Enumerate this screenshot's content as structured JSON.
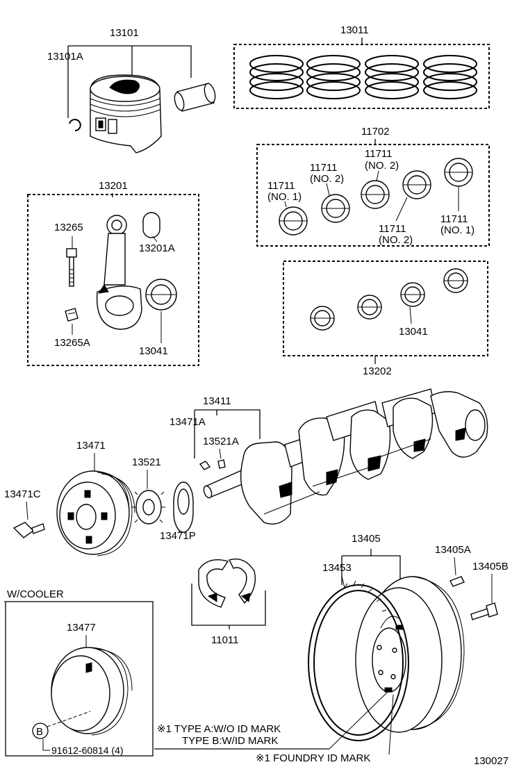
{
  "parts": {
    "p13101": "13101",
    "p13101A": "13101A",
    "p13011": "13011",
    "p11702": "11702",
    "p11711_no2_top": "11711",
    "p11711_no2_top_sub": "(NO. 2)",
    "p11711_no2_left": "11711",
    "p11711_no2_left_sub": "(NO. 2)",
    "p11711_no1_left": "11711",
    "p11711_no1_left_sub": "(NO. 1)",
    "p11711_no2_bottom": "11711",
    "p11711_no2_bottom_sub": "(NO. 2)",
    "p11711_no1_right": "11711",
    "p11711_no1_right_sub": "(NO. 1)",
    "p13201": "13201",
    "p13265": "13265",
    "p13201A": "13201A",
    "p13265A": "13265A",
    "p13041_rod": "13041",
    "p13041_main": "13041",
    "p13202": "13202",
    "p13411": "13411",
    "p13471A": "13471A",
    "p13521A": "13521A",
    "p13471": "13471",
    "p13521": "13521",
    "p13471C": "13471C",
    "p13471P": "13471P",
    "p11011": "11011",
    "p13405": "13405",
    "p13453": "13453",
    "p13405A": "13405A",
    "p13405B": "13405B",
    "p13477": "13477"
  },
  "cooler_label": "W/COOLER",
  "callout_b": "B",
  "bolt_spec": "91612-60814 (4)",
  "notes": {
    "type_a": "※1 TYPE A:W/O ID MARK",
    "type_b": "TYPE B:W/ID MARK",
    "foundry": "※1 FOUNDRY ID MARK"
  },
  "diagram_number": "130027"
}
